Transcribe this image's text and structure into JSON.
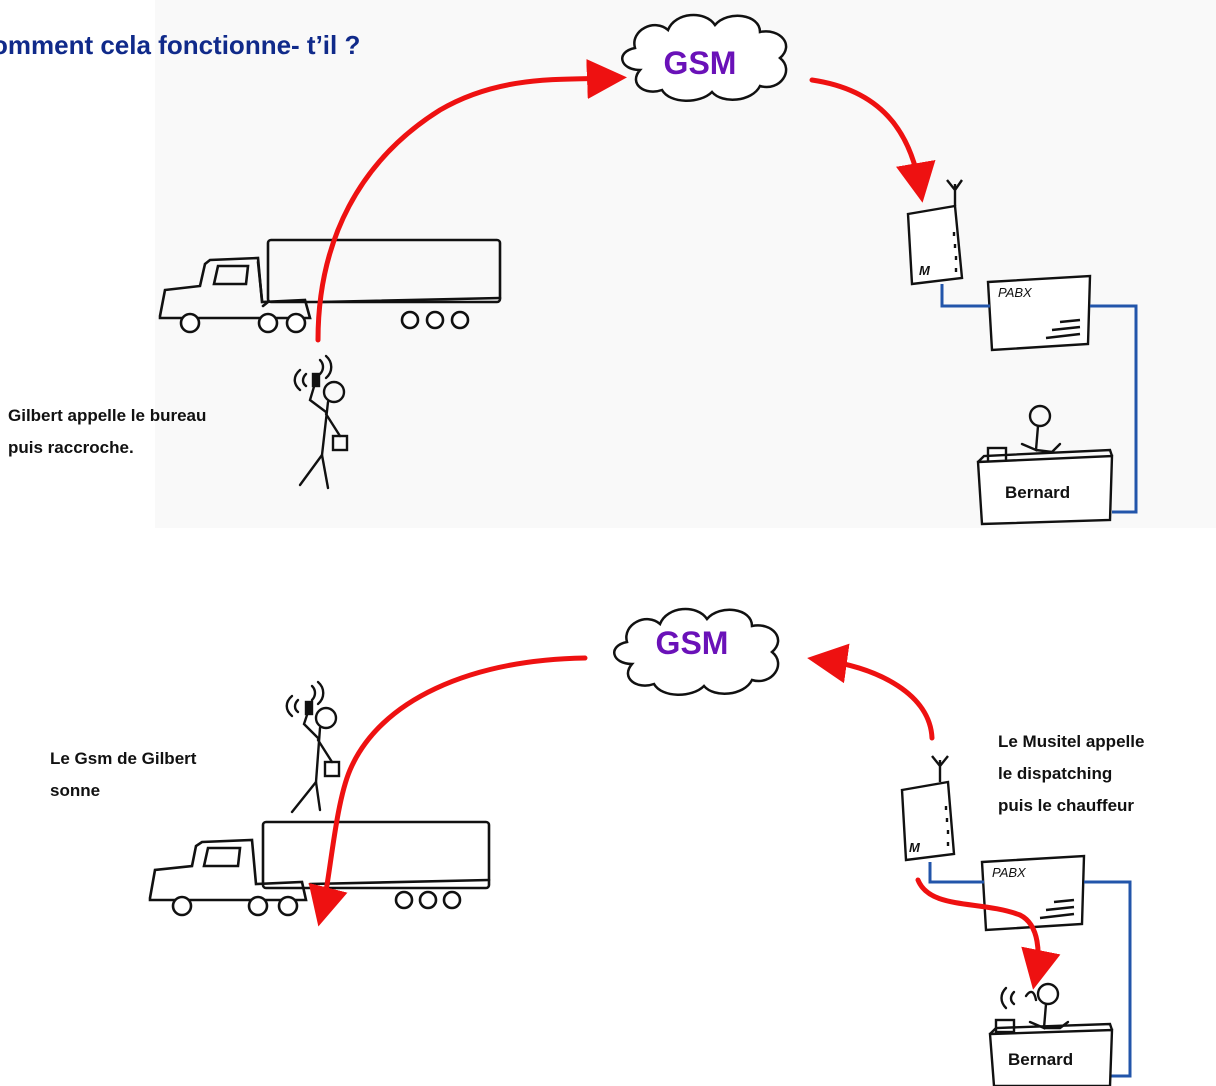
{
  "title": "omment cela fonctionne- t’il ?",
  "top": {
    "cloud_label": "GSM",
    "caller_caption_line1": "Gilbert appelle le bureau",
    "caller_caption_line2": "puis raccroche.",
    "pabx_label": "PABX",
    "box_label": "M",
    "desk_label": "Bernard"
  },
  "bottom": {
    "cloud_label": "GSM",
    "musitel_caption_line1": "Le Musitel appelle",
    "musitel_caption_line2": "le dispatching",
    "musitel_caption_line3": "puis le chauffeur",
    "phone_caption_line1": "Le Gsm de Gilbert",
    "phone_caption_line2": "sonne",
    "pabx_label": "PABX",
    "box_label": "M",
    "desk_label": "Bernard"
  },
  "colors": {
    "arrow": "#ee1111",
    "line": "#2255aa",
    "title": "#102a8a",
    "gsm": "#6a11b8",
    "panel_bg": "#f9f9f9"
  }
}
